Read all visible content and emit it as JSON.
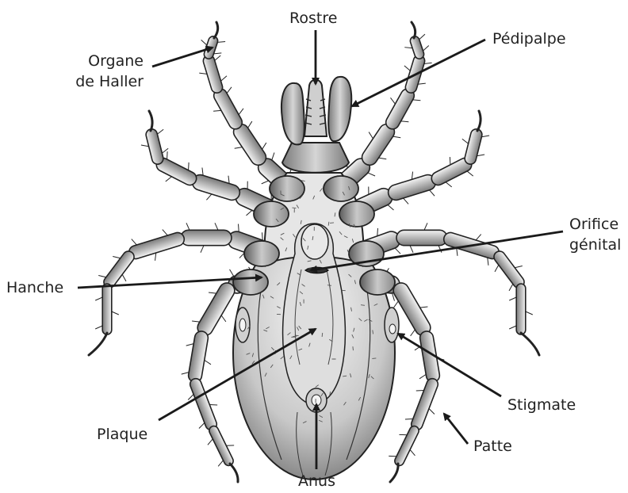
{
  "labels": {
    "rostre": "Rostre",
    "pedipalpe": "Pédipalpe",
    "organe_line1": "Organe",
    "organe_line2": "de Haller",
    "orifice_line1": "Orifice",
    "orifice_line2": "génital",
    "hanche": "Hanche",
    "stigmate": "Stigmate",
    "plaque": "Plaque",
    "patte": "Patte",
    "anus": "Anus"
  },
  "colors": {
    "outline": "#222222",
    "body_light": "#f0f0f0",
    "body_mid": "#bdbdbd",
    "body_dark": "#6f6f6f",
    "text": "#222222"
  }
}
